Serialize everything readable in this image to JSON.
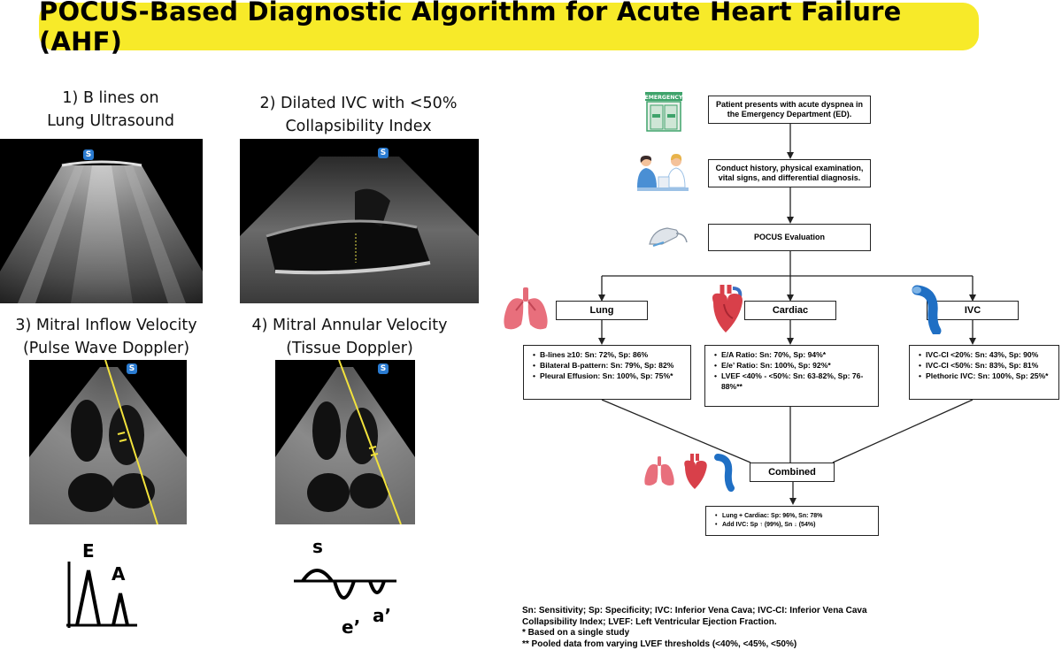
{
  "title": "POCUS-Based Diagnostic Algorithm for Acute Heart Failure (AHF)",
  "colors": {
    "banner": "#f7ea29",
    "doppler_line": "#f2e23c",
    "organ_red": "#d8404a",
    "ivc_blue": "#1f6fc4"
  },
  "panels": [
    {
      "label_line1": "1) B lines on",
      "label_line2": "Lung Ultrasound"
    },
    {
      "label_line1": "2) Dilated IVC with <50%",
      "label_line2": "Collapsibility Index"
    },
    {
      "label_line1": "3) Mitral Inflow Velocity",
      "label_line2": "(Pulse Wave Doppler)"
    },
    {
      "label_line1": "4) Mitral Annular Velocity",
      "label_line2": "(Tissue Doppler)"
    }
  ],
  "waveforms": {
    "mitral_inflow": {
      "peak_e": "E",
      "peak_a": "A"
    },
    "tissue_doppler": {
      "peak_s": "s",
      "peak_e": "e’",
      "peak_a": "a’"
    }
  },
  "flowchart": {
    "emergency_sign": "EMERGENCY",
    "step1": "Patient presents with acute dyspnea in the Emergency Department (ED).",
    "step2": "Conduct history, physical examination, vital signs, and differential diagnosis.",
    "step3": "POCUS Evaluation",
    "branches": [
      {
        "label": "Lung",
        "icon": "lungs-icon",
        "items": [
          "B-lines ≥10: Sn: 72%, Sp: 86%",
          "Bilateral B-pattern: Sn: 79%, Sp: 82%",
          "Pleural Effusion: Sn: 100%, Sp: 75%*"
        ]
      },
      {
        "label": "Cardiac",
        "icon": "heart-icon",
        "items": [
          "E/A Ratio: Sn: 70%, Sp: 94%*",
          "E/e’ Ratio: Sn: 100%, Sp: 92%*",
          "LVEF <40% - <50%: Sn: 63-82%, Sp: 76-88%**"
        ]
      },
      {
        "label": "IVC",
        "icon": "ivc-vessel-icon",
        "items": [
          "IVC-CI <20%: Sn: 43%, Sp: 90%",
          "IVC-CI <50%: Sn: 83%, Sp: 81%",
          "Plethoric IVC: Sn: 100%, Sp: 25%*"
        ]
      }
    ],
    "combined_label": "Combined",
    "combined_items": [
      "Lung + Cardiac: Sp: 96%, Sn: 78%",
      "Add IVC: Sp ↑ (99%), Sn ↓ (54%)"
    ]
  },
  "footnotes": {
    "abbreviations": "Sn: Sensitivity; Sp: Specificity; IVC: Inferior Vena Cava; IVC-CI: Inferior Vena Cava Collapsibility Index; LVEF: Left Ventricular Ejection Fraction.",
    "note1": "* Based on a single study",
    "note2": "** Pooled data from varying LVEF thresholds (<40%, <45%, <50%)"
  }
}
